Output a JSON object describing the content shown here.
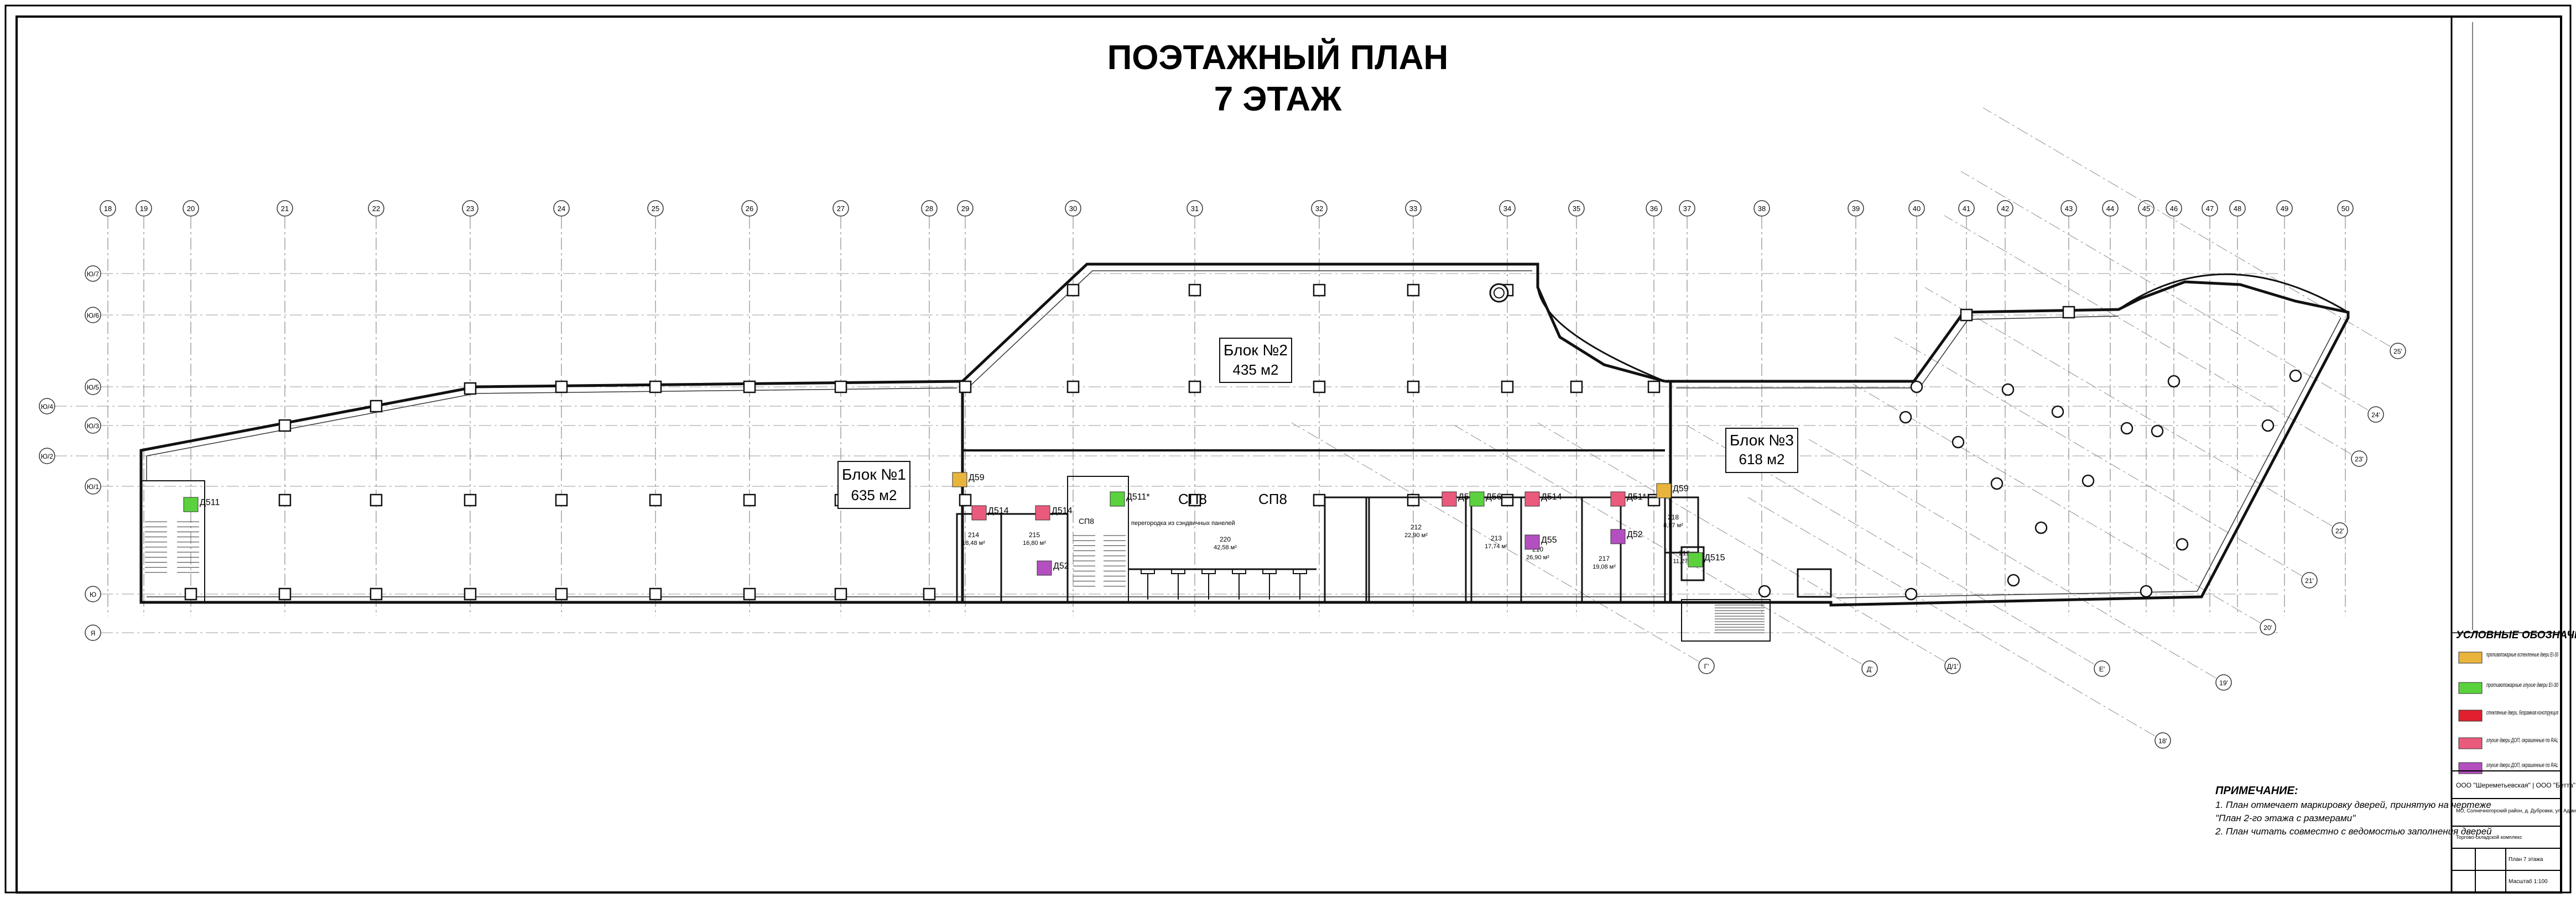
{
  "title": {
    "line1": "ПОЭТАЖНЫЙ ПЛАН",
    "line2": "7 ЭТАЖ"
  },
  "blocks": [
    {
      "name": "Блок №1",
      "area": "635 м2"
    },
    {
      "name": "Блок №2",
      "area": "435 м2"
    },
    {
      "name": "Блок №3",
      "area": "618 м2"
    }
  ],
  "axes_top": [
    "18",
    "19",
    "20",
    "21",
    "22",
    "23",
    "24",
    "25",
    "26",
    "27",
    "28",
    "29",
    "30",
    "31",
    "32",
    "33",
    "34",
    "35",
    "36",
    "37",
    "38",
    "39",
    "40",
    "41",
    "42",
    "43",
    "44",
    "45",
    "46",
    "47",
    "48",
    "49",
    "50"
  ],
  "axes_left": [
    "Ю/7",
    "Ю/6",
    "Ю/5",
    "Ю/4",
    "Ю/3",
    "Ю/2",
    "Ю/1",
    "Ю",
    "Я"
  ],
  "axes_diag": [
    "25'",
    "24'",
    "23'",
    "22'",
    "21'",
    "20'",
    "19'",
    "18'",
    "Е'",
    "Д/1'",
    "Д'",
    "Г'"
  ],
  "doors": [
    {
      "label": "Д511",
      "color": "green"
    },
    {
      "label": "Д59",
      "color": "yellow"
    },
    {
      "label": "Д514",
      "color": "pink"
    },
    {
      "label": "Д514",
      "color": "pink"
    },
    {
      "label": "Д511*",
      "color": "green"
    },
    {
      "label": "Д513",
      "color": "pink"
    },
    {
      "label": "Д56",
      "color": "green"
    },
    {
      "label": "Д514",
      "color": "pink"
    },
    {
      "label": "Д51*",
      "color": "pink"
    },
    {
      "label": "Д59",
      "color": "yellow"
    },
    {
      "label": "Д515",
      "color": "green"
    },
    {
      "label": "Д52",
      "color": "purple"
    },
    {
      "label": "Д55",
      "color": "purple"
    },
    {
      "label": "Д52",
      "color": "purple"
    }
  ],
  "partitions": [
    "СП8",
    "СП8",
    "СП8"
  ],
  "rooms": [
    {
      "no": "214",
      "area": "18,48 м²"
    },
    {
      "no": "215",
      "area": "16,80 м²"
    },
    {
      "no": "220",
      "area": "42,58 м²"
    },
    {
      "no": "212",
      "area": "22,90 м²"
    },
    {
      "no": "213",
      "area": "17,74 м²"
    },
    {
      "no": "210",
      "area": "26,90 м²"
    },
    {
      "no": "217",
      "area": "19,08 м²"
    },
    {
      "no": "218",
      "area": "8,57 м²"
    },
    {
      "no": "219",
      "area": "11,27 м²"
    }
  ],
  "note_small": "перегородка из сэндвичных панелей",
  "legend": {
    "title": "УСЛОВНЫЕ ОБОЗНАЧЕНИЯ:",
    "items": [
      {
        "color": "#e9b43c",
        "text": "противопожарные остекленные двери EI-30"
      },
      {
        "color": "#5bd23d",
        "text": "противопожарные глухие двери EI-30"
      },
      {
        "color": "#e0202e",
        "text": "стеклянные двери, безрамная конструкция"
      },
      {
        "color": "#ea5a7c",
        "text": "глухие двери ДОП, окрашенные по RAL"
      },
      {
        "color": "#b44fc0",
        "text": "глухие двери ДОП, окрашенные по RAL"
      }
    ]
  },
  "notes": {
    "title": "ПРИМЕЧАНИЕ:",
    "lines": [
      "1. План отмечает маркировку дверей, принятую на чертеже",
      "\"План 2-го этажа с размерами\"",
      "2. План читать совместно с ведомостью заполнения дверей"
    ]
  },
  "stamp": {
    "org": "ООО \"Шереметьевская\" | ООО \"Бетта\"",
    "address": "МО, Солнечногорский район, д. Дубровки, ул. Адмиральская",
    "object": "Торгово-складской комплекс",
    "sheet": "План 7 этажа",
    "scale": "Масштаб 1:100"
  },
  "colors": {
    "yellow": "#e9b43c",
    "green": "#5bd23d",
    "red": "#e0202e",
    "pink": "#ea5a7c",
    "purple": "#b44fc0",
    "line": "#111111",
    "grid": "#777777"
  }
}
